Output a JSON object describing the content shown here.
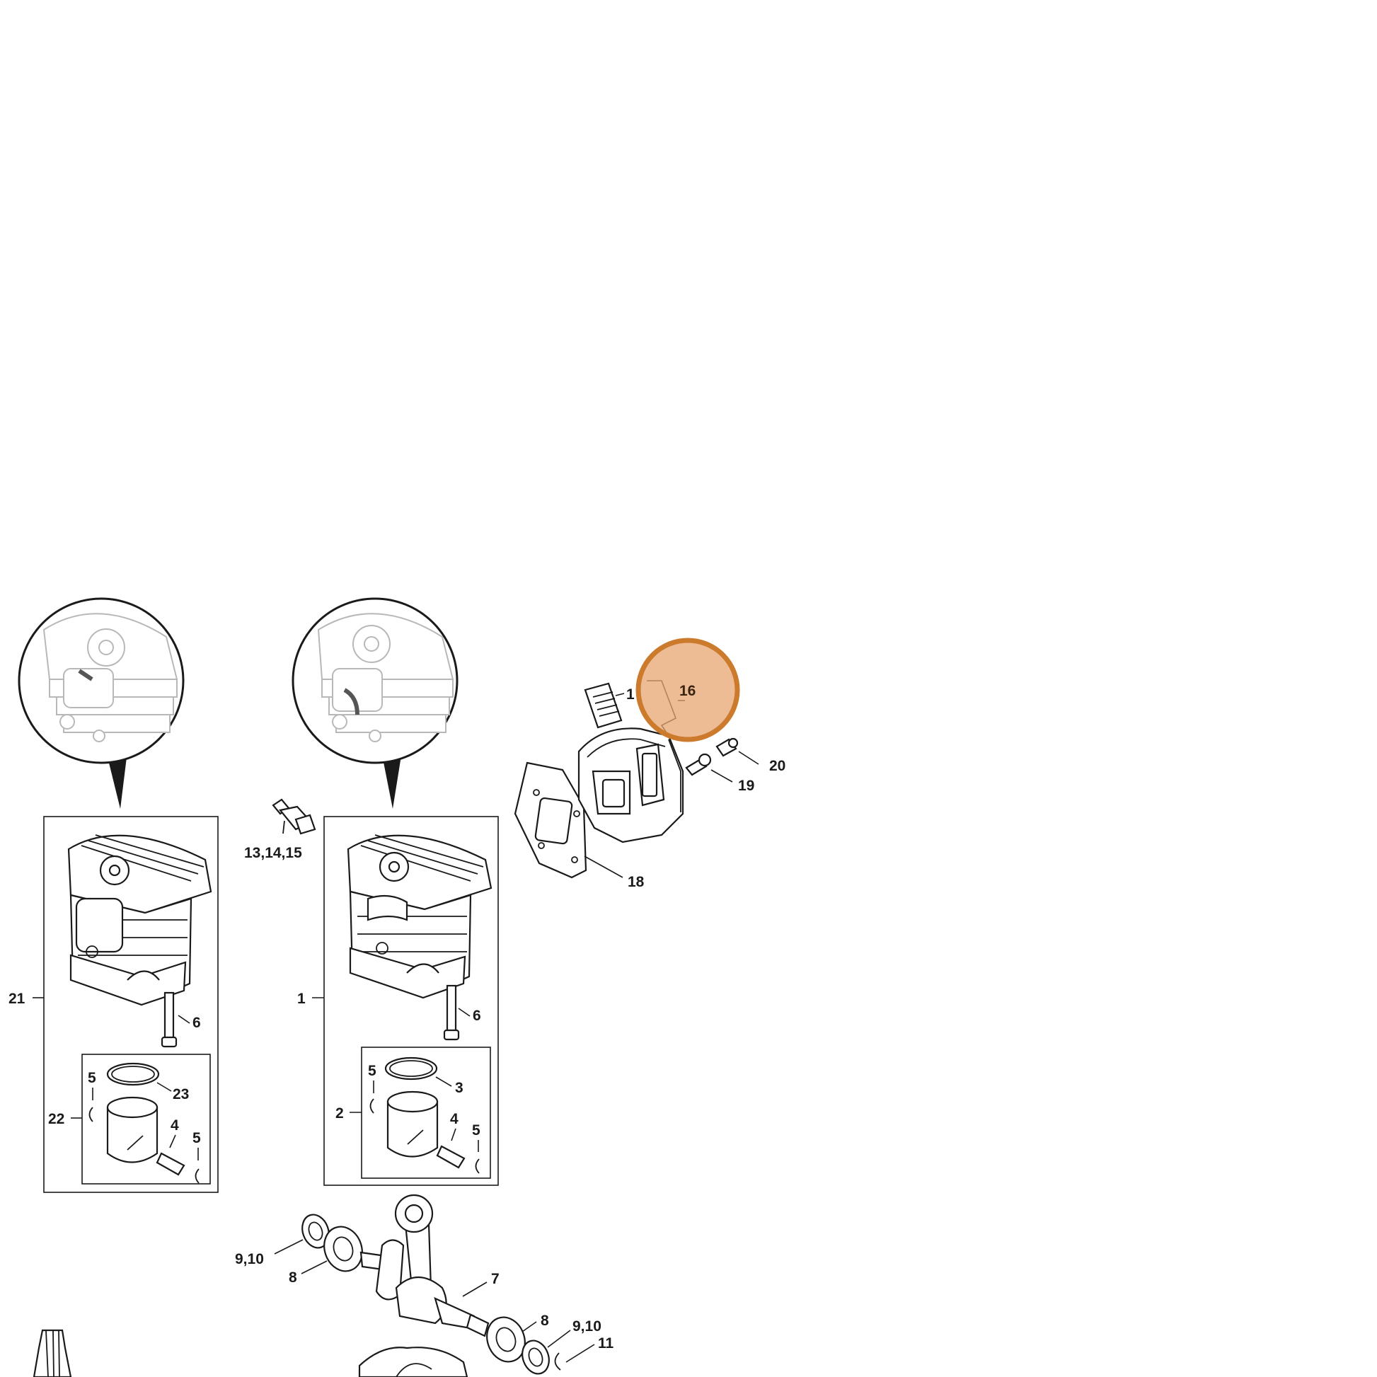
{
  "diagram": {
    "callouts": {
      "c21": "21",
      "c6a": "6",
      "c5a": "5",
      "c23": "23",
      "c22": "22",
      "c4a": "4",
      "c5b": "5",
      "c13": "13,14,15",
      "c1a": "1",
      "c6b": "6",
      "c5c": "5",
      "c3": "3",
      "c2": "2",
      "c4b": "4",
      "c5d": "5",
      "c1b": "1",
      "c16": "16",
      "c20": "20",
      "c19": "19",
      "c18": "18",
      "c910a": "9,10",
      "c8a": "8",
      "c7": "7",
      "c8b": "8",
      "c910b": "9,10",
      "c11": "11"
    },
    "highlight": {
      "callout": "16",
      "fill_color": "#e7a672",
      "ring_color": "#cc7a2c"
    }
  }
}
